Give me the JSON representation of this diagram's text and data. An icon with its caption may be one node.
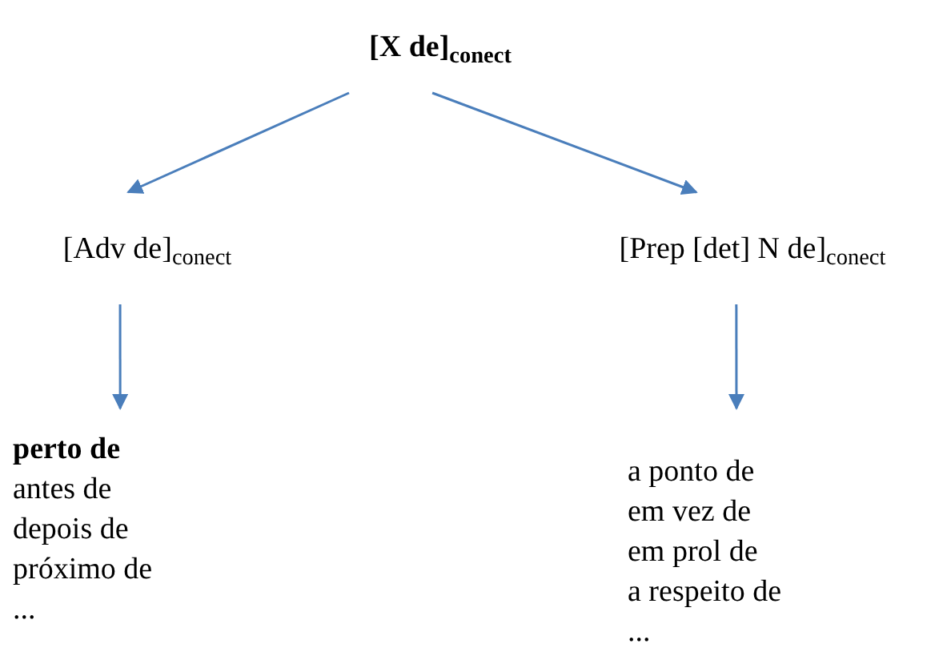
{
  "diagram": {
    "nodes": [
      {
        "text": [
          "[X de]$_{conect}$"
        ]
      },
      {
        "text": [
          "[Adv de]$_{conect}$"
        ]
      },
      {
        "text": [
          "[Prep [det] N de]$_{conect}$"
        ]
      },
      {
        "text": [
          "**perto de**",
          "antes de",
          "depois de",
          "próximo de",
          "..."
        ]
      },
      {
        "text": [
          "a ponto de",
          "em vez de",
          "em prol de",
          "a respeito de",
          "..."
        ]
      }
    ],
    "edges": [
      {
        "from": 0,
        "to": 1,
        "arrow": "to"
      },
      {
        "from": 0,
        "to": 2,
        "arrow": "to"
      },
      {
        "from": 1,
        "to": 3,
        "arrow": "to"
      },
      {
        "from": 2,
        "to": 4,
        "arrow": "to"
      }
    ]
  }
}
